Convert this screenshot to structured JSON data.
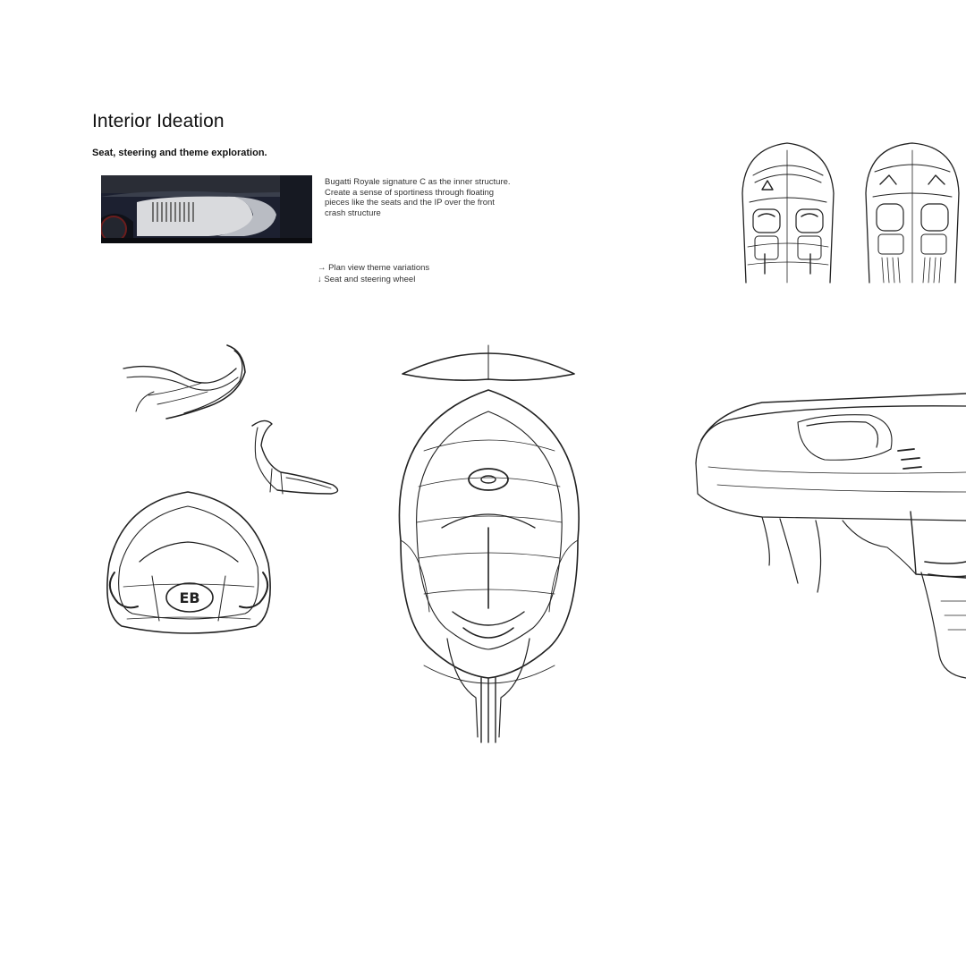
{
  "header": {
    "title": "Interior Ideation",
    "subtitle": "Seat, steering and theme exploration."
  },
  "description": {
    "lines": [
      "Bugatti Royale signature C as the inner structure.",
      "Create a sense of sportiness through floating",
      "pieces like the seats and the IP over the front",
      "crash structure"
    ]
  },
  "notes": [
    {
      "icon": "arrow-right-icon",
      "glyph": "→",
      "text": "Plan view theme variations"
    },
    {
      "icon": "arrow-down-icon",
      "glyph": "↓",
      "text": "Seat and steering wheel"
    }
  ],
  "emblem": {
    "text": "EB"
  },
  "colors": {
    "background": "#ffffff",
    "ink": "#222222",
    "car_body": "#1c2030",
    "car_panel": "#d9dadd"
  }
}
